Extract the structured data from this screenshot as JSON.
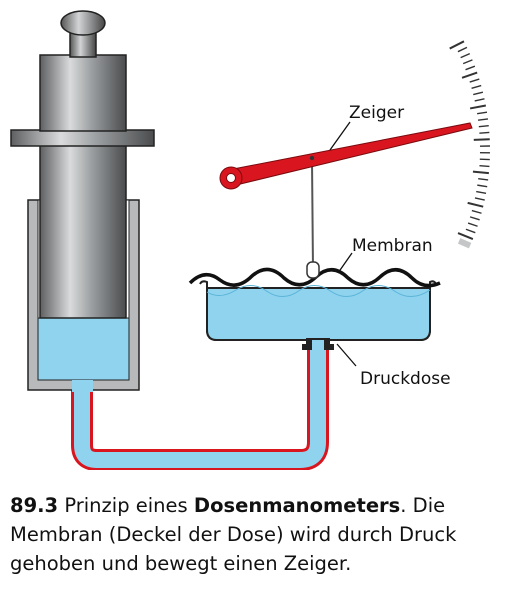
{
  "labels": {
    "pointer": "Zeiger",
    "membrane": "Membran",
    "capsule": "Druckdose"
  },
  "caption": {
    "number": "89.3",
    "text_before": "Prinzip eines",
    "bold_term": "Dosenmanometers",
    "text_after": ". Die Membran (Deckel der Dose) wird durch Druck gehoben und bewegt einen Zeiger."
  },
  "colors": {
    "water": "#8fd3ee",
    "tube_outline": "#d9161f",
    "pointer": "#d9161f",
    "metal": "#a8abad"
  }
}
